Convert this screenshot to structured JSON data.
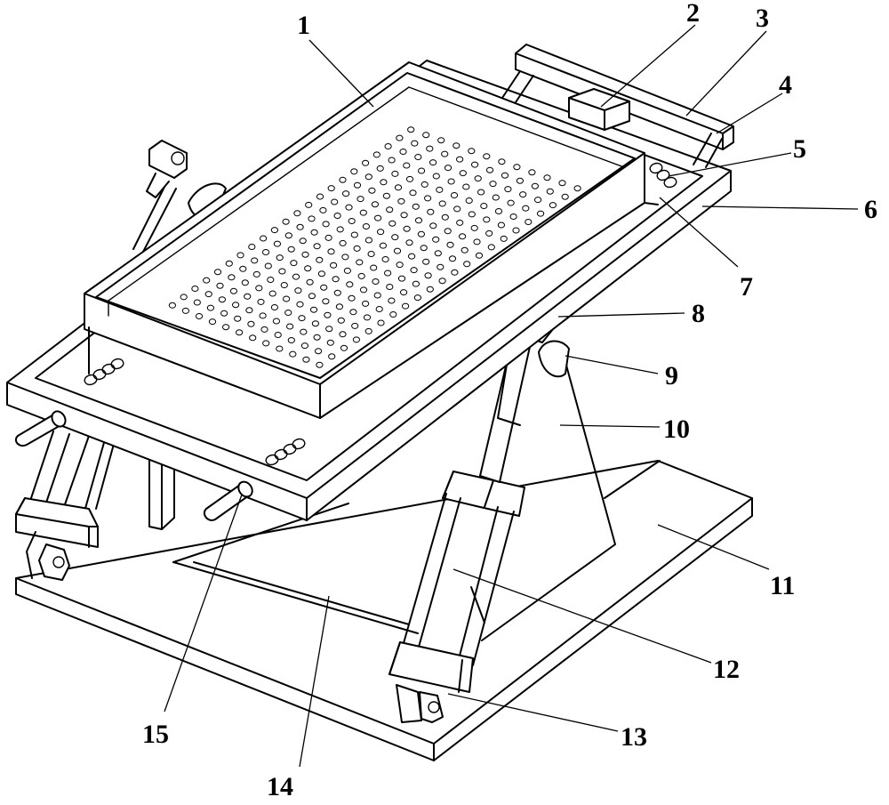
{
  "labels": [
    {
      "id": "1",
      "text": "1"
    },
    {
      "id": "2",
      "text": "2"
    },
    {
      "id": "3",
      "text": "3"
    },
    {
      "id": "4",
      "text": "4"
    },
    {
      "id": "5",
      "text": "5"
    },
    {
      "id": "6",
      "text": "6"
    },
    {
      "id": "7",
      "text": "7"
    },
    {
      "id": "8",
      "text": "8"
    },
    {
      "id": "9",
      "text": "9"
    },
    {
      "id": "10",
      "text": "10"
    },
    {
      "id": "11",
      "text": "11"
    },
    {
      "id": "12",
      "text": "12"
    },
    {
      "id": "13",
      "text": "13"
    },
    {
      "id": "14",
      "text": "14"
    },
    {
      "id": "15",
      "text": "15"
    }
  ],
  "colors": {
    "line": "#000000",
    "background": "#ffffff"
  }
}
